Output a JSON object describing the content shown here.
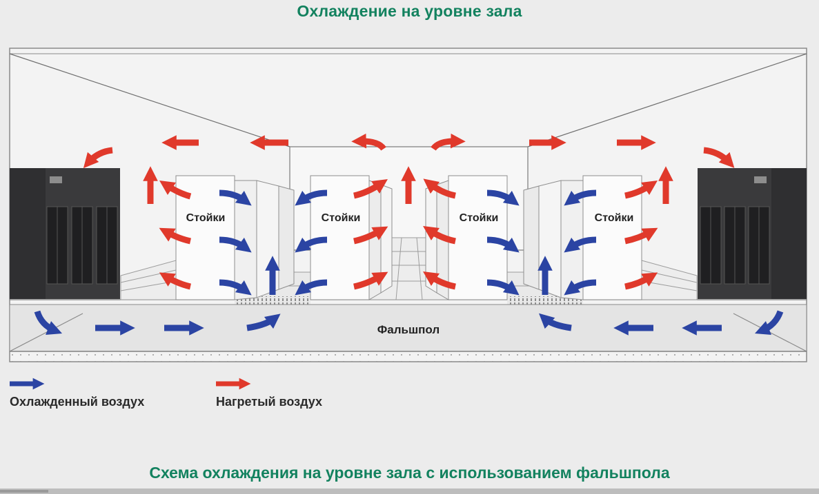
{
  "header": {
    "title": "Охлаждение на уровне зала"
  },
  "diagram": {
    "rack_labels": [
      "Стойки",
      "Стойки",
      "Стойки",
      "Стойки"
    ],
    "floor_label": "Фальшпол"
  },
  "legend": {
    "cold_label": "Охлажденный воздух",
    "hot_label": "Нагретый воздух"
  },
  "footer": {
    "title": "Схема охлаждения на уровне зала с использованием фальшпола"
  },
  "colors": {
    "cold": "#2b44a3",
    "hot": "#e0392b",
    "accent_title": "#13825f",
    "unit_body": "#3a3a3c"
  },
  "icons": {
    "cold_arrow": "arrow-right-icon",
    "hot_arrow": "arrow-right-icon"
  }
}
